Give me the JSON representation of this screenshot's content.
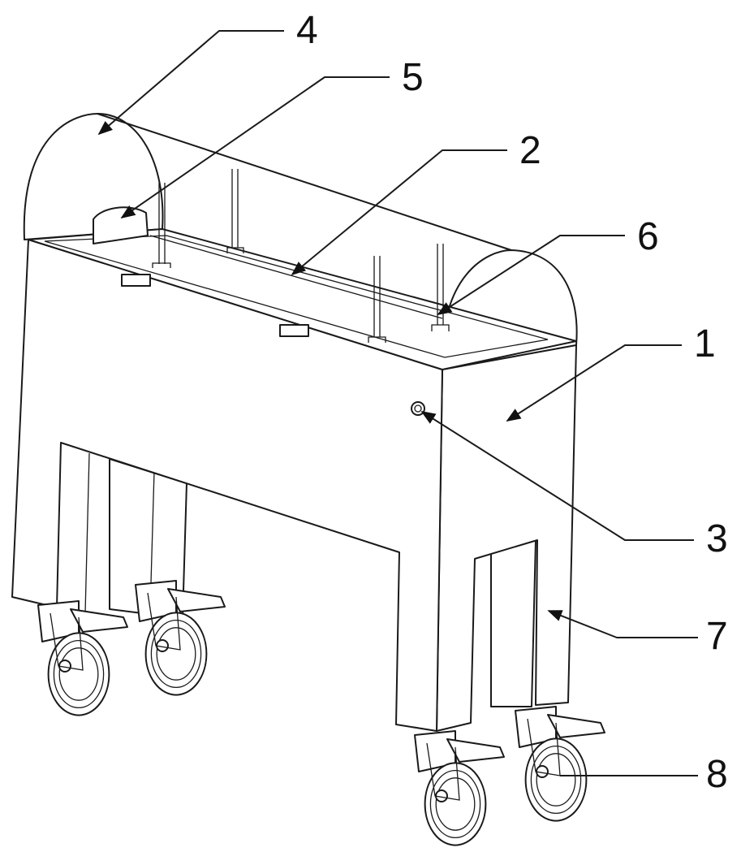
{
  "figure": {
    "labels": {
      "body": "1",
      "tray": "2",
      "button": "3",
      "left_arch": "4",
      "clamp": "5",
      "hook": "6",
      "leg": "7",
      "caster": "8"
    }
  }
}
